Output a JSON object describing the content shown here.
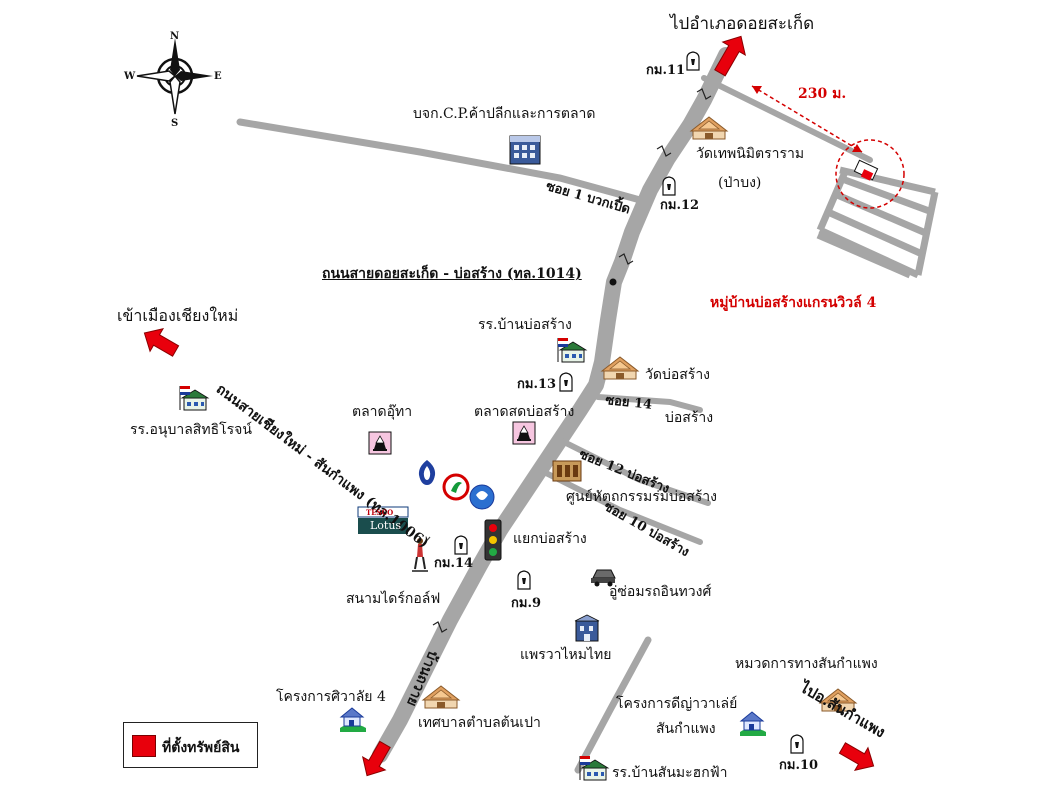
{
  "compass": {
    "n": "N",
    "s": "S",
    "e": "E",
    "w": "W"
  },
  "labels": {
    "to_doi_saket": "ไปอำเภอดอยสะเก็ด",
    "km11": "กม.11",
    "distance": "230 ม.",
    "cp_company": "บจก.C.P.ค้าปลีกและการตลาด",
    "wat_thepnimit": "วัดเทพนิมิตราราม",
    "pa_bong": "(ป่าบง)",
    "km12": "กม.12",
    "soi1": "ซอย 1 บวกเปิ้ด",
    "main_road": "ถนนสายดอยสะเก็ด - บ่อสร้าง (ทล.1014)",
    "village": "หมู่บ้านบ่อสร้างแกรนวิวล์ 4",
    "to_city": "เข้าเมืองเชียงใหม่",
    "school_bosang": "รร.บ้านบ่อสร้าง",
    "km13": "กม.13",
    "wat_bosang": "วัดบ่อสร้าง",
    "soi14": "ซอย 14",
    "bosang_14": "บ่อสร้าง",
    "school_anuban": "รร.อนุบาลสิทธิโรจน์",
    "road_1006": "ถนนสายเชียงใหม่ - สันกำแพง (ทล.1006)",
    "talat_uthai": "ตลาดอุ๊ทา",
    "talat_bosang": "ตลาดสดบ่อสร้าง",
    "soi12": "ซอย 12  บ่อสร้าง",
    "handicraft": "ศูนย์หัตถกรรมร่มบ่อสร้าง",
    "soi10": "ซอย 10 บ่อสร้าง",
    "tesco_top": "TESCO",
    "tesco_bottom": "Lotus",
    "traffic_light": "แยกบ่อสร้าง",
    "km14": "กม.14",
    "km9": "กม.9",
    "garage": "อู่ซ่อมรถอินทวงศ์",
    "golf": "สนามไดร์กอล์ฟ",
    "silk": "แพรวาไหมไทย",
    "highway_dept": "หมวดการทางสันกำแพง",
    "siwalai": "โครงการศิวาลัย 4",
    "dinyawa": "โครงการดีญ่าวาเล่ย์",
    "sankamphaeng_proj": "สันกำแพง",
    "to_sankamphaeng": "ไปอ.สันกำแพง",
    "tesaban": "เทศบาลตำบลต้นเปา",
    "ban_thawai": "บ้านถวาย",
    "km10": "กม.10",
    "school_sanmaket": "รร.บ้านสันมะฮกฟ้า"
  },
  "legend": {
    "label": "ที่ตั้งทรัพย์สิน"
  },
  "colors": {
    "road": "#a6a6a6",
    "arrow": "#e8000c",
    "marker": "#e8000c",
    "text_red": "#d40000"
  }
}
